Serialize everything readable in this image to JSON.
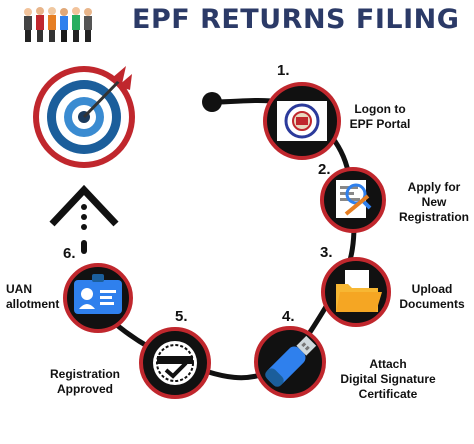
{
  "title": "EPF RETURNS FILING",
  "steps": [
    {
      "number": "1.",
      "line1": "Logon to",
      "line2": "EPF Portal",
      "icon": "epfo-logo-icon"
    },
    {
      "number": "2.",
      "line1": "Apply for",
      "line2": "New",
      "line3": "Registration",
      "icon": "registration-form-icon"
    },
    {
      "number": "3.",
      "line1": "Upload",
      "line2": "Documents",
      "icon": "folder-icon"
    },
    {
      "number": "4.",
      "line1": "Attach",
      "line2": "Digital Signature",
      "line3": "Certificate",
      "icon": "usb-token-icon"
    },
    {
      "number": "5.",
      "line1": "Registration",
      "line2": "Approved",
      "icon": "approved-stamp-icon"
    },
    {
      "number": "6.",
      "line1": "UAN",
      "line2": "allotment",
      "icon": "id-card-icon"
    }
  ],
  "colors": {
    "title": "#2b3a67",
    "ring": "#c0272d",
    "path": "#111111",
    "accent_blue": "#2f80ed"
  }
}
